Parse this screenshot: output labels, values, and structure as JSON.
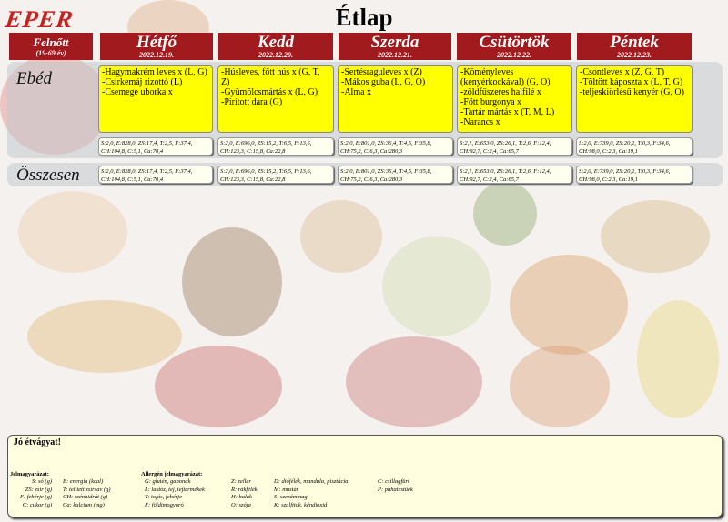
{
  "brand": "EPER",
  "title": "Étlap",
  "group": {
    "label": "Felnőtt",
    "age": "(19-69 év)"
  },
  "days": [
    {
      "name": "Hétfő",
      "date": "2022.12.19."
    },
    {
      "name": "Kedd",
      "date": "2022.12.20."
    },
    {
      "name": "Szerda",
      "date": "2022.12.21."
    },
    {
      "name": "Csütörtök",
      "date": "2022.12.22."
    },
    {
      "name": "Péntek",
      "date": "2022.12.23."
    }
  ],
  "rows": {
    "ebed": "Ebéd",
    "osszesen": "Összesen"
  },
  "menus": [
    [
      "-Hagymakrém leves x (L, G)",
      "-Csirkemáj rizottó (L)",
      "-Csemege uborka x"
    ],
    [
      "-Húsleves, főtt hús x (G, T, Z)",
      "-Gyümölcsmártás x (L, G)",
      "-Pirított dara (G)"
    ],
    [
      "-Sertésraguleves x (Z)",
      "-Mákos guba (L, G, O)",
      "-Alma x"
    ],
    [
      "-Köményleves (kenyérkockával) (G, O)",
      "-zöldfűszeres halfilé x",
      "-Főtt burgonya x",
      "-Tartár mártás x (T, M, L)",
      "-Narancs x"
    ],
    [
      "-Csontleves x (Z, G, T)",
      "-Töltött káposzta x (L, T, G)",
      "-teljeskiörlésű kenyér (G, O)"
    ]
  ],
  "nutrition": [
    [
      "S:2,0, E:828,0, ZS:17,4, T:2,5, F:37,4,",
      "CH:104,8, C:5,1, Ca:70,4"
    ],
    [
      "S:2,0, E:696,0, ZS:15,2, T:6,5, F:13,6,",
      "CH:123,3, C:15,8, Ca:22,8"
    ],
    [
      "S:2,0, E:801,0, ZS:36,4, T:4,5, F:35,8,",
      "CH:75,2, C:6,3, Ca:280,3"
    ],
    [
      "S:2,1, E:653,0, ZS:26,1, T:2,6, F:12,4,",
      "CH:92,7, C:2,4, Ca:65,7"
    ],
    [
      "S:2,0, E:739,0, ZS:20,2, T:0,3, F:34,6,",
      "CH:98,0, C:2,3, Ca:19,1"
    ]
  ],
  "footer": {
    "greeting": "Jó étvágyat!",
    "legend_title": "Jelmagyarázat:",
    "legend_col1": "S: só (g)\nZS: zsír (g)\nF: fehérje (g)\nC: cukor (g)",
    "legend_col2": "E: energia (kcal)\nT: telített zsírsav (g)\nCH: szénhidrát (g)\nCa: kalcium (mg)",
    "allergen_title": "Allergén jelmagyarázat:",
    "allergen_col1": "G: glutén, gabonák\nL: laktóz, tej, tejtermékek\nT: tojás, fehérje\nF: földimogyoró",
    "allergen_col2": "Z: zeller\nR: rákfélék\nH: halak\nO: szója",
    "allergen_col3": "D: diófélék, mandula, pisztácia\nM: mustár\nS: szezámmag\nK: szulfitok, kéndioxid",
    "allergen_col4": "C: csillagfürt\nP: puhatestűek"
  }
}
